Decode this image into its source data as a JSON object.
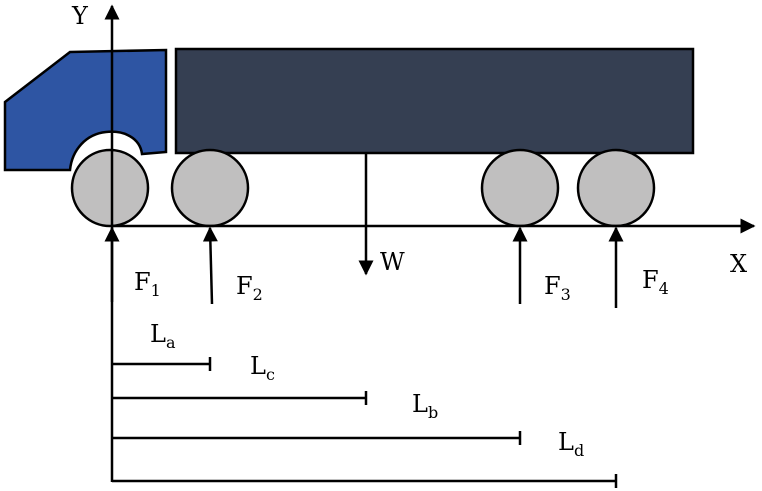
{
  "axes": {
    "y_label": "Y",
    "x_label": "X"
  },
  "load": {
    "label": "W"
  },
  "forces": [
    {
      "main": "F",
      "sub": "1"
    },
    {
      "main": "F",
      "sub": "2"
    },
    {
      "main": "F",
      "sub": "3"
    },
    {
      "main": "F",
      "sub": "4"
    }
  ],
  "lengths": [
    {
      "main": "L",
      "sub": "a"
    },
    {
      "main": "L",
      "sub": "c"
    },
    {
      "main": "L",
      "sub": "b"
    },
    {
      "main": "L",
      "sub": "d"
    }
  ],
  "colors": {
    "cab": "#2e55a3",
    "trailer": "#353f52",
    "wheel": "#c0bfbf",
    "line": "#000000"
  }
}
